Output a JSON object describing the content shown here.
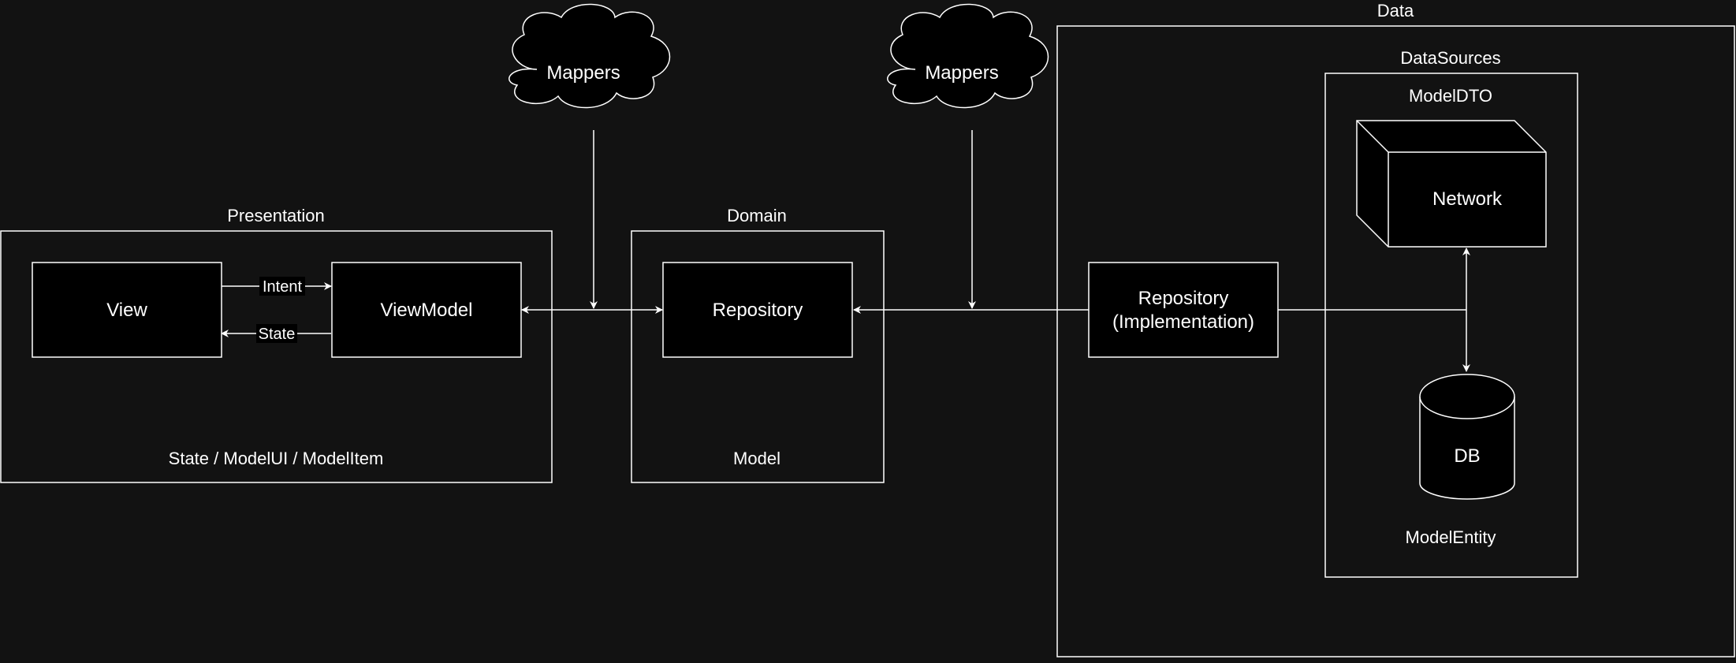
{
  "colors": {
    "background": "#121212",
    "stroke": "#ffffff",
    "fill": "#000000",
    "text": "#ffffff"
  },
  "groups": {
    "presentation": {
      "title": "Presentation",
      "caption": "State / ModelUI / ModelItem"
    },
    "domain": {
      "title": "Domain",
      "caption": "Model"
    },
    "data": {
      "title": "Data"
    },
    "datasources": {
      "title": "DataSources",
      "top_caption": "ModelDTO",
      "bottom_caption": "ModelEntity"
    }
  },
  "nodes": {
    "view": "View",
    "viewmodel": "ViewModel",
    "repository": "Repository",
    "repo_impl_line1": "Repository",
    "repo_impl_line2": "(Implementation)",
    "network": "Network",
    "db": "DB",
    "mappers_left": "Mappers",
    "mappers_right": "Mappers"
  },
  "edges": {
    "intent": "Intent",
    "state": "State"
  }
}
